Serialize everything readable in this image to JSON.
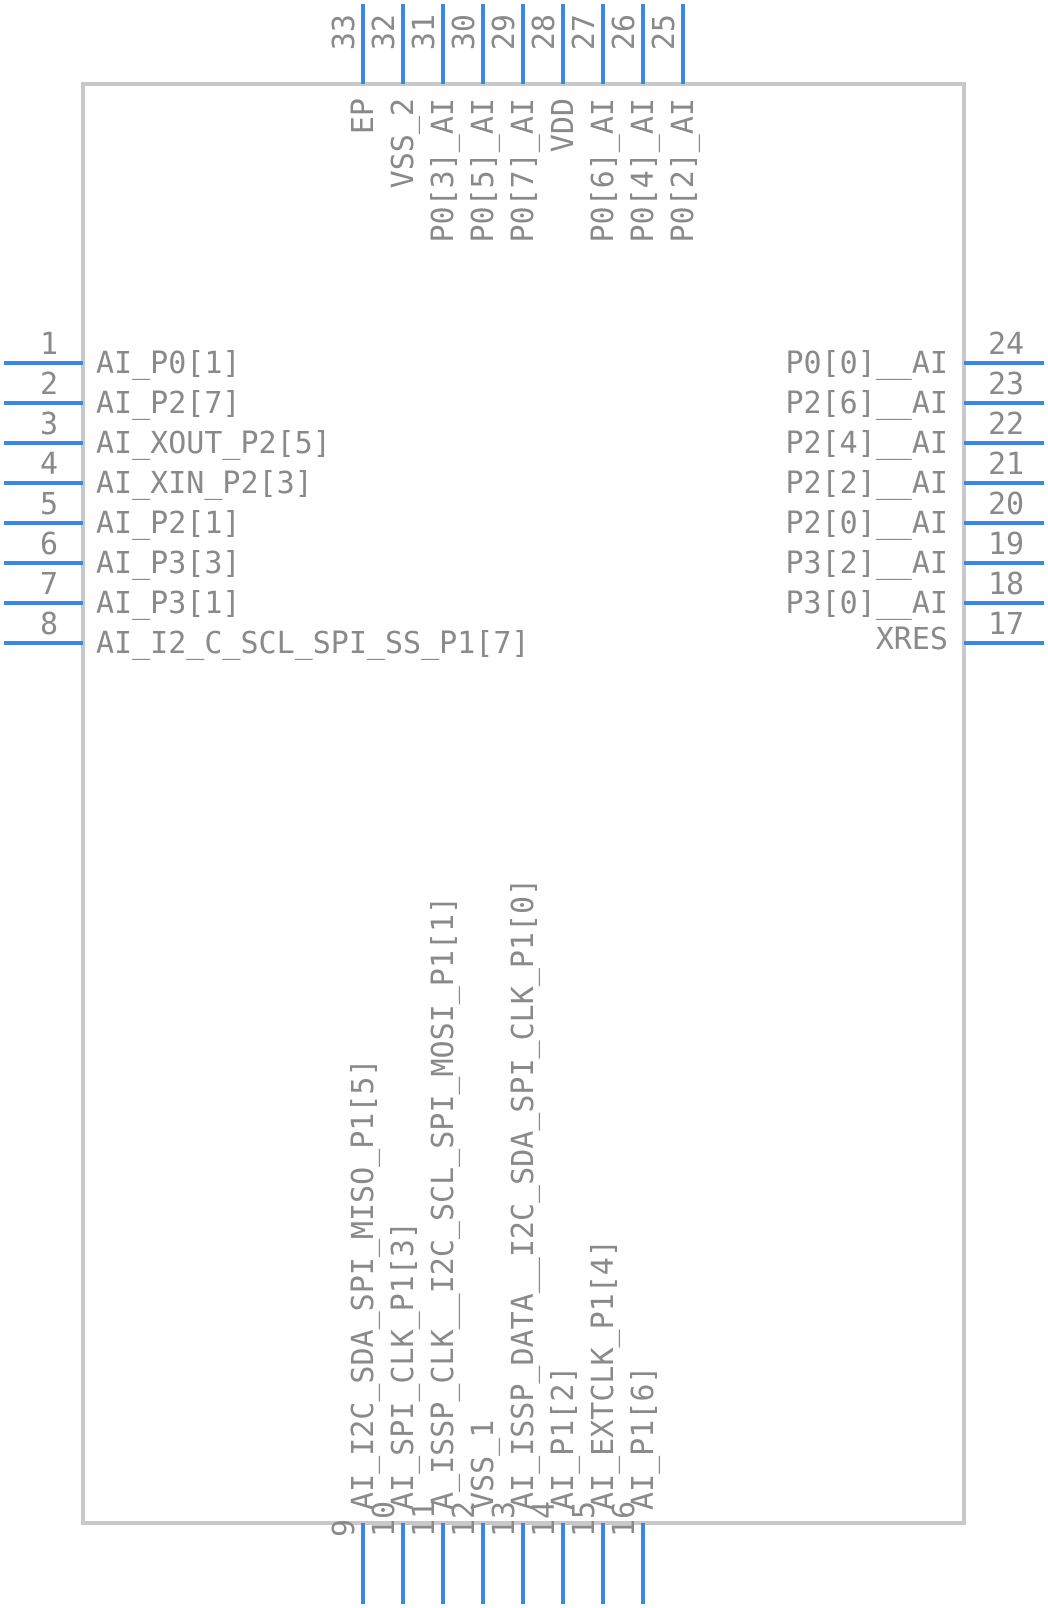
{
  "pins": {
    "left": [
      {
        "number": "1",
        "label": "AI_P0[1]"
      },
      {
        "number": "2",
        "label": "AI_P2[7]"
      },
      {
        "number": "3",
        "label": "AI_XOUT_P2[5]"
      },
      {
        "number": "4",
        "label": "AI_XIN_P2[3]"
      },
      {
        "number": "5",
        "label": "AI_P2[1]"
      },
      {
        "number": "6",
        "label": "AI_P3[3]"
      },
      {
        "number": "7",
        "label": "AI_P3[1]"
      },
      {
        "number": "8",
        "label": "AI_I2_C_SCL_SPI_SS_P1[7]"
      }
    ],
    "right": [
      {
        "number": "24",
        "label": "P0[0]__AI"
      },
      {
        "number": "23",
        "label": "P2[6]__AI"
      },
      {
        "number": "22",
        "label": "P2[4]__AI"
      },
      {
        "number": "21",
        "label": "P2[2]__AI"
      },
      {
        "number": "20",
        "label": "P2[0]__AI"
      },
      {
        "number": "19",
        "label": "P3[2]__AI"
      },
      {
        "number": "18",
        "label": "P3[0]__AI"
      },
      {
        "number": "17",
        "label": "XRES"
      }
    ],
    "top": [
      {
        "number": "33",
        "label": "EP"
      },
      {
        "number": "32",
        "label": "VSS_2"
      },
      {
        "number": "31",
        "label": "P0[3]_AI"
      },
      {
        "number": "30",
        "label": "P0[5]_AI"
      },
      {
        "number": "29",
        "label": "P0[7]_AI"
      },
      {
        "number": "28",
        "label": "VDD"
      },
      {
        "number": "27",
        "label": "P0[6]_AI"
      },
      {
        "number": "26",
        "label": "P0[4]_AI"
      },
      {
        "number": "25",
        "label": "P0[2]_AI"
      }
    ],
    "bottom": [
      {
        "number": "9",
        "label": "AI_I2C_SDA_SPI_MISO_P1[5]"
      },
      {
        "number": "10",
        "label": "AI_SPI_CLK_P1[3]"
      },
      {
        "number": "11",
        "label": "A_ISSP_CLK__I2C_SCL_SPI_MOSI_P1[1]"
      },
      {
        "number": "12",
        "label": "VSS_1"
      },
      {
        "number": "13",
        "label": "AI_ISSP_DATA__I2C_SDA_SPI_CLK_P1[0]"
      },
      {
        "number": "14",
        "label": "AI_P1[2]"
      },
      {
        "number": "15",
        "label": "AI_EXTCLK_P1[4]"
      },
      {
        "number": "16",
        "label": "AI_P1[6]"
      }
    ]
  },
  "colors": {
    "pin_line": "#3d85e6",
    "outline": "#c8c8c8",
    "text": "#8a8a8a"
  }
}
